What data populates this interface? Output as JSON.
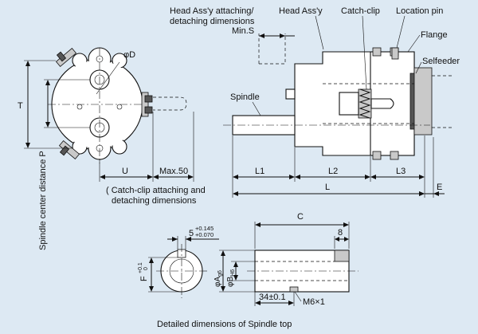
{
  "labels": {
    "head_assy_attaching_line1": "Head Ass'y attaching/",
    "head_assy_attaching_line2": "detaching dimensions",
    "min_s": "Min.S",
    "head_assy": "Head Ass'y",
    "catch_clip": "Catch-clip",
    "location_pin": "Location pin",
    "flange": "Flange",
    "selfeeder": "Selfeeder",
    "spindle": "Spindle",
    "phi_d": "φD",
    "t": "T",
    "spindle_center_distance": "Spindle center distance P",
    "u": "U",
    "max_50": "Max.50",
    "catch_clip_note_line1": "( Catch-clip attaching and",
    "catch_clip_note_line2": "detaching dimensions",
    "l1": "L1",
    "l2": "L2",
    "l3": "L3",
    "l": "L",
    "e": "E",
    "c": "C",
    "eight": "8",
    "five": "5",
    "tol_upper": "+0.145",
    "tol_lower": "+0.070",
    "f": "F",
    "f_tol_upper": "+0.1",
    "f_tol_lower": "0",
    "phi_a": "φA",
    "a_sub": "g6",
    "phi_b": "φB",
    "b_sub": "H6",
    "thirty_four": "34±0.1",
    "m6": "M6×1",
    "caption": "Detailed dimensions of Spindle top"
  }
}
